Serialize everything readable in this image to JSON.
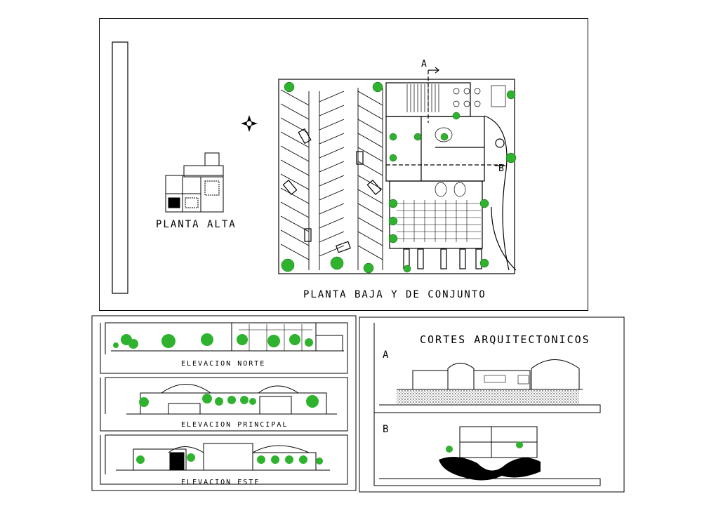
{
  "sheets": {
    "plan": {
      "upper_floor_title": "PLANTA ALTA",
      "ground_floor_title": "PLANTA BAJA Y DE CONJUNTO",
      "section_marker_a": "A",
      "section_marker_b": "B"
    },
    "elevations": {
      "north_title": "ELEVACION NORTE",
      "main_title": "ELEVACION PRINCIPAL",
      "east_title": "ELEVACION ESTE"
    },
    "sections": {
      "title": "CORTES ARQUITECTONICOS",
      "section_a_label": "A",
      "section_b_label": "B"
    }
  },
  "colors": {
    "line": "#000000",
    "tree": "#2fb32f",
    "background": "#ffffff"
  }
}
